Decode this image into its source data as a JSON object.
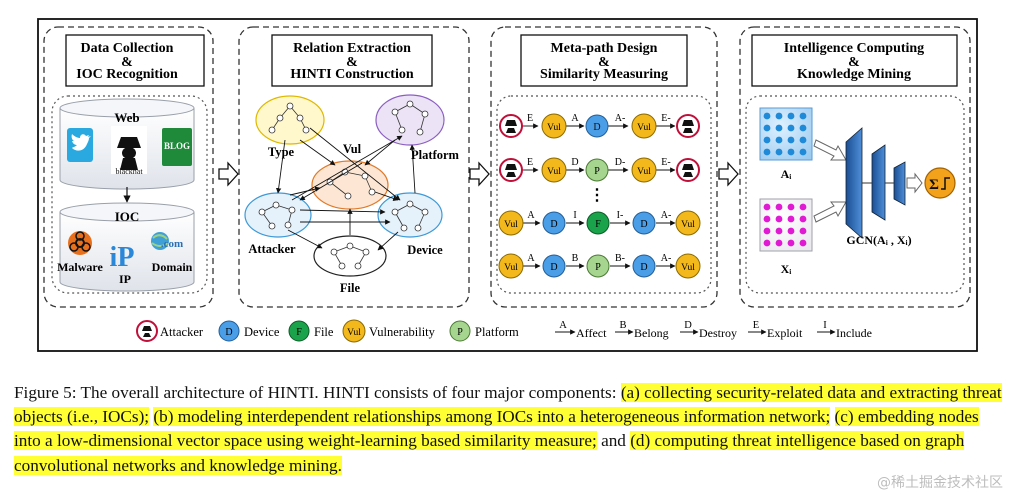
{
  "panels": [
    {
      "title_l1": "Data Collection",
      "title_l2": "&",
      "title_l3": "IOC Recognition"
    },
    {
      "title_l1": "Relation Extraction",
      "title_l2": "&",
      "title_l3": "HINTI Construction"
    },
    {
      "title_l1": "Meta-path Design",
      "title_l2": "&",
      "title_l3": "Similarity Measuring"
    },
    {
      "title_l1": "Intelligence Computing",
      "title_l2": "&",
      "title_l3": "Knowledge Mining"
    }
  ],
  "panel1": {
    "web_label": "Web",
    "blackhat_text": "blackhat",
    "blog_text": "BLOG",
    "ioc_label": "IOC",
    "malware_label": "Malware",
    "ip_label": "IP",
    "domain_label": "Domain",
    "ip_glyph": "iP",
    "com_glyph": ".com"
  },
  "panel2": {
    "type_label": "Type",
    "vul_label": "Vul",
    "platform_label": "Platform",
    "attacker_label": "Attacker",
    "device_label": "Device",
    "file_label": "File"
  },
  "panel3": {
    "node_d": "D",
    "node_f": "F",
    "node_p": "P",
    "node_vul": "Vul",
    "edge_a": "A",
    "edge_b": "B",
    "edge_d": "D",
    "edge_e": "E",
    "edge_i": "I",
    "edge_a_inv": "A-",
    "edge_b_inv": "B-",
    "edge_d_inv": "D-",
    "edge_e_inv": "E-",
    "edge_i_inv": "I-",
    "dots": "⋮"
  },
  "panel4": {
    "ai_label": "Aᵢ",
    "xi_label": "Xᵢ",
    "gcn_label": "GCN(Aᵢ , Xᵢ)",
    "sigma_symbol": "Σ"
  },
  "legend": {
    "nodes": [
      {
        "symbol": "",
        "label": "Attacker",
        "color": "#c0103a"
      },
      {
        "symbol": "D",
        "label": "Device",
        "color": "#4a9ee8"
      },
      {
        "symbol": "F",
        "label": "File",
        "color": "#1aa34a"
      },
      {
        "symbol": "Vul",
        "label": "Vulnerability",
        "color": "#f3b81c"
      },
      {
        "symbol": "P",
        "label": "Platform",
        "color": "#a5d58e"
      }
    ],
    "edges": [
      {
        "symbol": "A",
        "label": "Affect"
      },
      {
        "symbol": "B",
        "label": "Belong"
      },
      {
        "symbol": "D",
        "label": "Destroy"
      },
      {
        "symbol": "E",
        "label": "Exploit"
      },
      {
        "symbol": "I",
        "label": "Include"
      }
    ]
  },
  "caption": {
    "part1": "Figure 5: The overall architecture of HINTI. HINTI consists of four major components: ",
    "hl_a": "(a) collecting security-related data and extracting threat objects (i.e., IOCs);",
    "sep1": " ",
    "hl_b": "(b) modeling interdependent relationships among IOCs into a heterogeneous information network;",
    "sep2": " ",
    "hl_c": "(c) embedding nodes into a low-dimensional vector space using weight-learning based similarity measure;",
    "sep3": " and ",
    "hl_d": "(d) computing threat intelligence based on graph convolutional networks and knowledge mining."
  },
  "watermark": "@稀土掘金技术社区",
  "colors": {
    "attacker": "#c0103a",
    "device": "#4a9ee8",
    "file": "#1aa34a",
    "vul": "#f3b81c",
    "platform": "#a5d58e",
    "highlight": "#ffff33"
  }
}
